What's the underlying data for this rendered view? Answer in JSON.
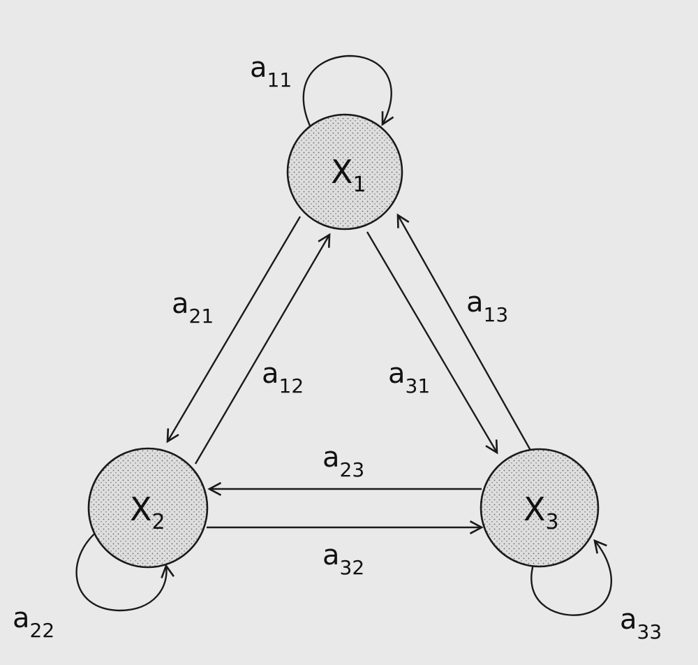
{
  "nodes": [
    {
      "id": "x1",
      "letter": "X",
      "sub": "1"
    },
    {
      "id": "x2",
      "letter": "X",
      "sub": "2"
    },
    {
      "id": "x3",
      "letter": "X",
      "sub": "3"
    }
  ],
  "edges": [
    {
      "id": "a11",
      "letter": "a",
      "sub": "11",
      "from": "x1",
      "to": "x1"
    },
    {
      "id": "a22",
      "letter": "a",
      "sub": "22",
      "from": "x2",
      "to": "x2"
    },
    {
      "id": "a33",
      "letter": "a",
      "sub": "33",
      "from": "x3",
      "to": "x3"
    },
    {
      "id": "a21",
      "letter": "a",
      "sub": "21",
      "from": "x1",
      "to": "x2"
    },
    {
      "id": "a12",
      "letter": "a",
      "sub": "12",
      "from": "x2",
      "to": "x1"
    },
    {
      "id": "a31",
      "letter": "a",
      "sub": "31",
      "from": "x1",
      "to": "x3"
    },
    {
      "id": "a13",
      "letter": "a",
      "sub": "13",
      "from": "x3",
      "to": "x1"
    },
    {
      "id": "a23",
      "letter": "a",
      "sub": "23",
      "from": "x3",
      "to": "x2"
    },
    {
      "id": "a32",
      "letter": "a",
      "sub": "32",
      "from": "x2",
      "to": "x3"
    }
  ],
  "colors": {
    "line": "#1a1a1a",
    "node_fill": "#dcdcdc",
    "background": "#e9e9e9"
  }
}
